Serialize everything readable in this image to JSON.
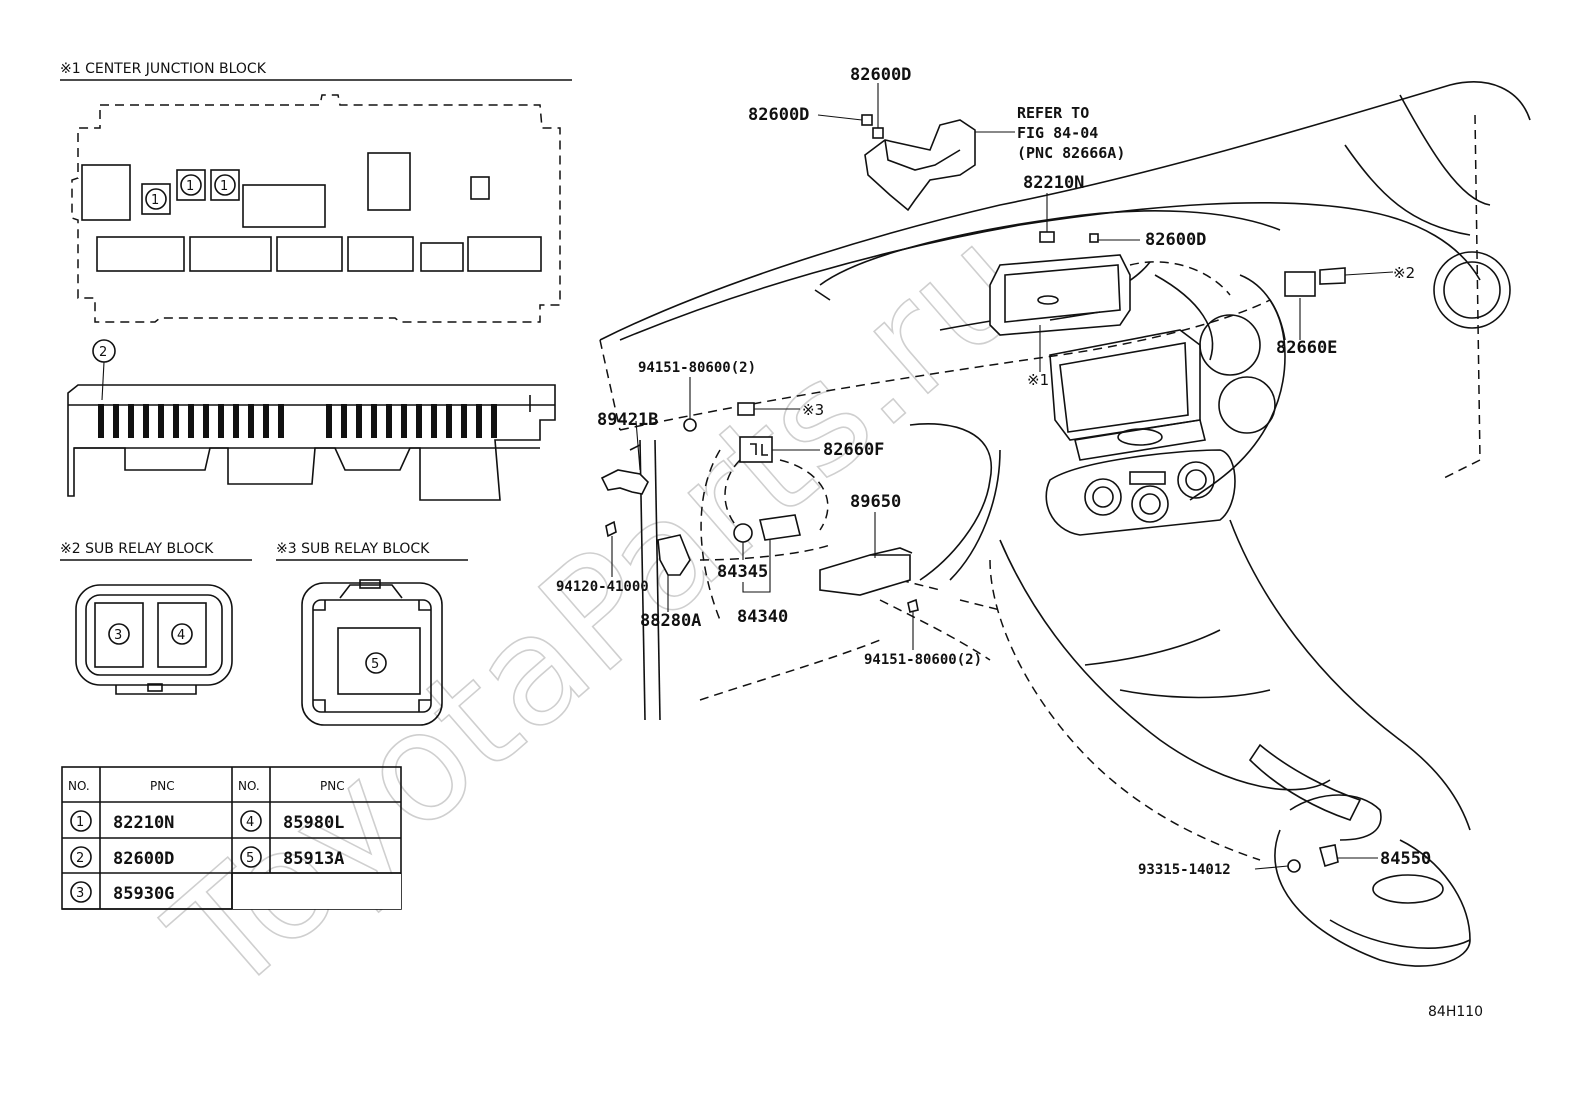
{
  "watermark": "ToyotaParts.ru",
  "figure_id": "84H110",
  "insets": {
    "center_junction_block": {
      "title": "※1 CENTER JUNCTION BLOCK"
    },
    "sub_relay_block_2": {
      "title": "※2 SUB RELAY BLOCK"
    },
    "sub_relay_block_3": {
      "title": "※3 SUB RELAY BLOCK"
    }
  },
  "markers": [
    "1",
    "2",
    "3",
    "4",
    "5"
  ],
  "ref_marks": {
    "m1": "※1",
    "m2": "※2",
    "m3": "※3"
  },
  "refer_note": {
    "line1": "REFER TO",
    "line2": "FIG 84-04",
    "line3": "(PNC 82666A)"
  },
  "callouts": {
    "c82600D_top": "82600D",
    "c82600D_left": "82600D",
    "c82210N": "82210N",
    "c82600D_right": "82600D",
    "c82660E": "82660E",
    "c94151_top": "94151-80600(2)",
    "c89421B": "89421B",
    "c82660F": "82660F",
    "c89650": "89650",
    "c94120": "94120-41000",
    "c84345": "84345",
    "c84340": "84340",
    "c88280A": "88280A",
    "c94151_bottom": "94151-80600(2)",
    "c93315": "93315-14012",
    "c84550": "84550"
  },
  "parts_table": {
    "headers": [
      "NO.",
      "PNC",
      "NO.",
      "PNC"
    ],
    "rows": [
      {
        "no": "1",
        "pnc": "82210N",
        "no2": "4",
        "pnc2": "85980L"
      },
      {
        "no": "2",
        "pnc": "82600D",
        "no2": "5",
        "pnc2": "85913A"
      },
      {
        "no": "3",
        "pnc": "85930G",
        "no2": "",
        "pnc2": ""
      }
    ]
  }
}
